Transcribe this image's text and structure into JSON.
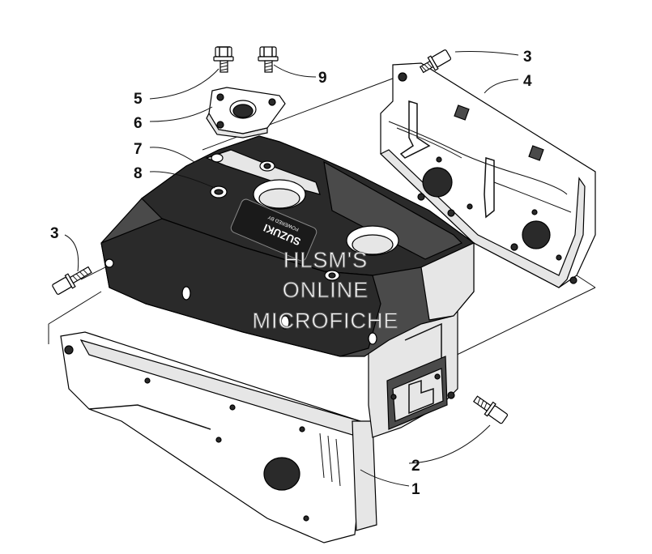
{
  "callouts": {
    "c1": "1",
    "c2": "2",
    "c3_left": "3",
    "c3_right": "3",
    "c4": "4",
    "c5": "5",
    "c6": "6",
    "c7": "7",
    "c8": "8",
    "c9": "9"
  },
  "badge": {
    "brand": "SUZUKI",
    "tagline": "POWERED BY"
  },
  "watermark": {
    "line1": "HLSM'S",
    "line2": "ONLINE",
    "line3": "MICROFICHE"
  }
}
